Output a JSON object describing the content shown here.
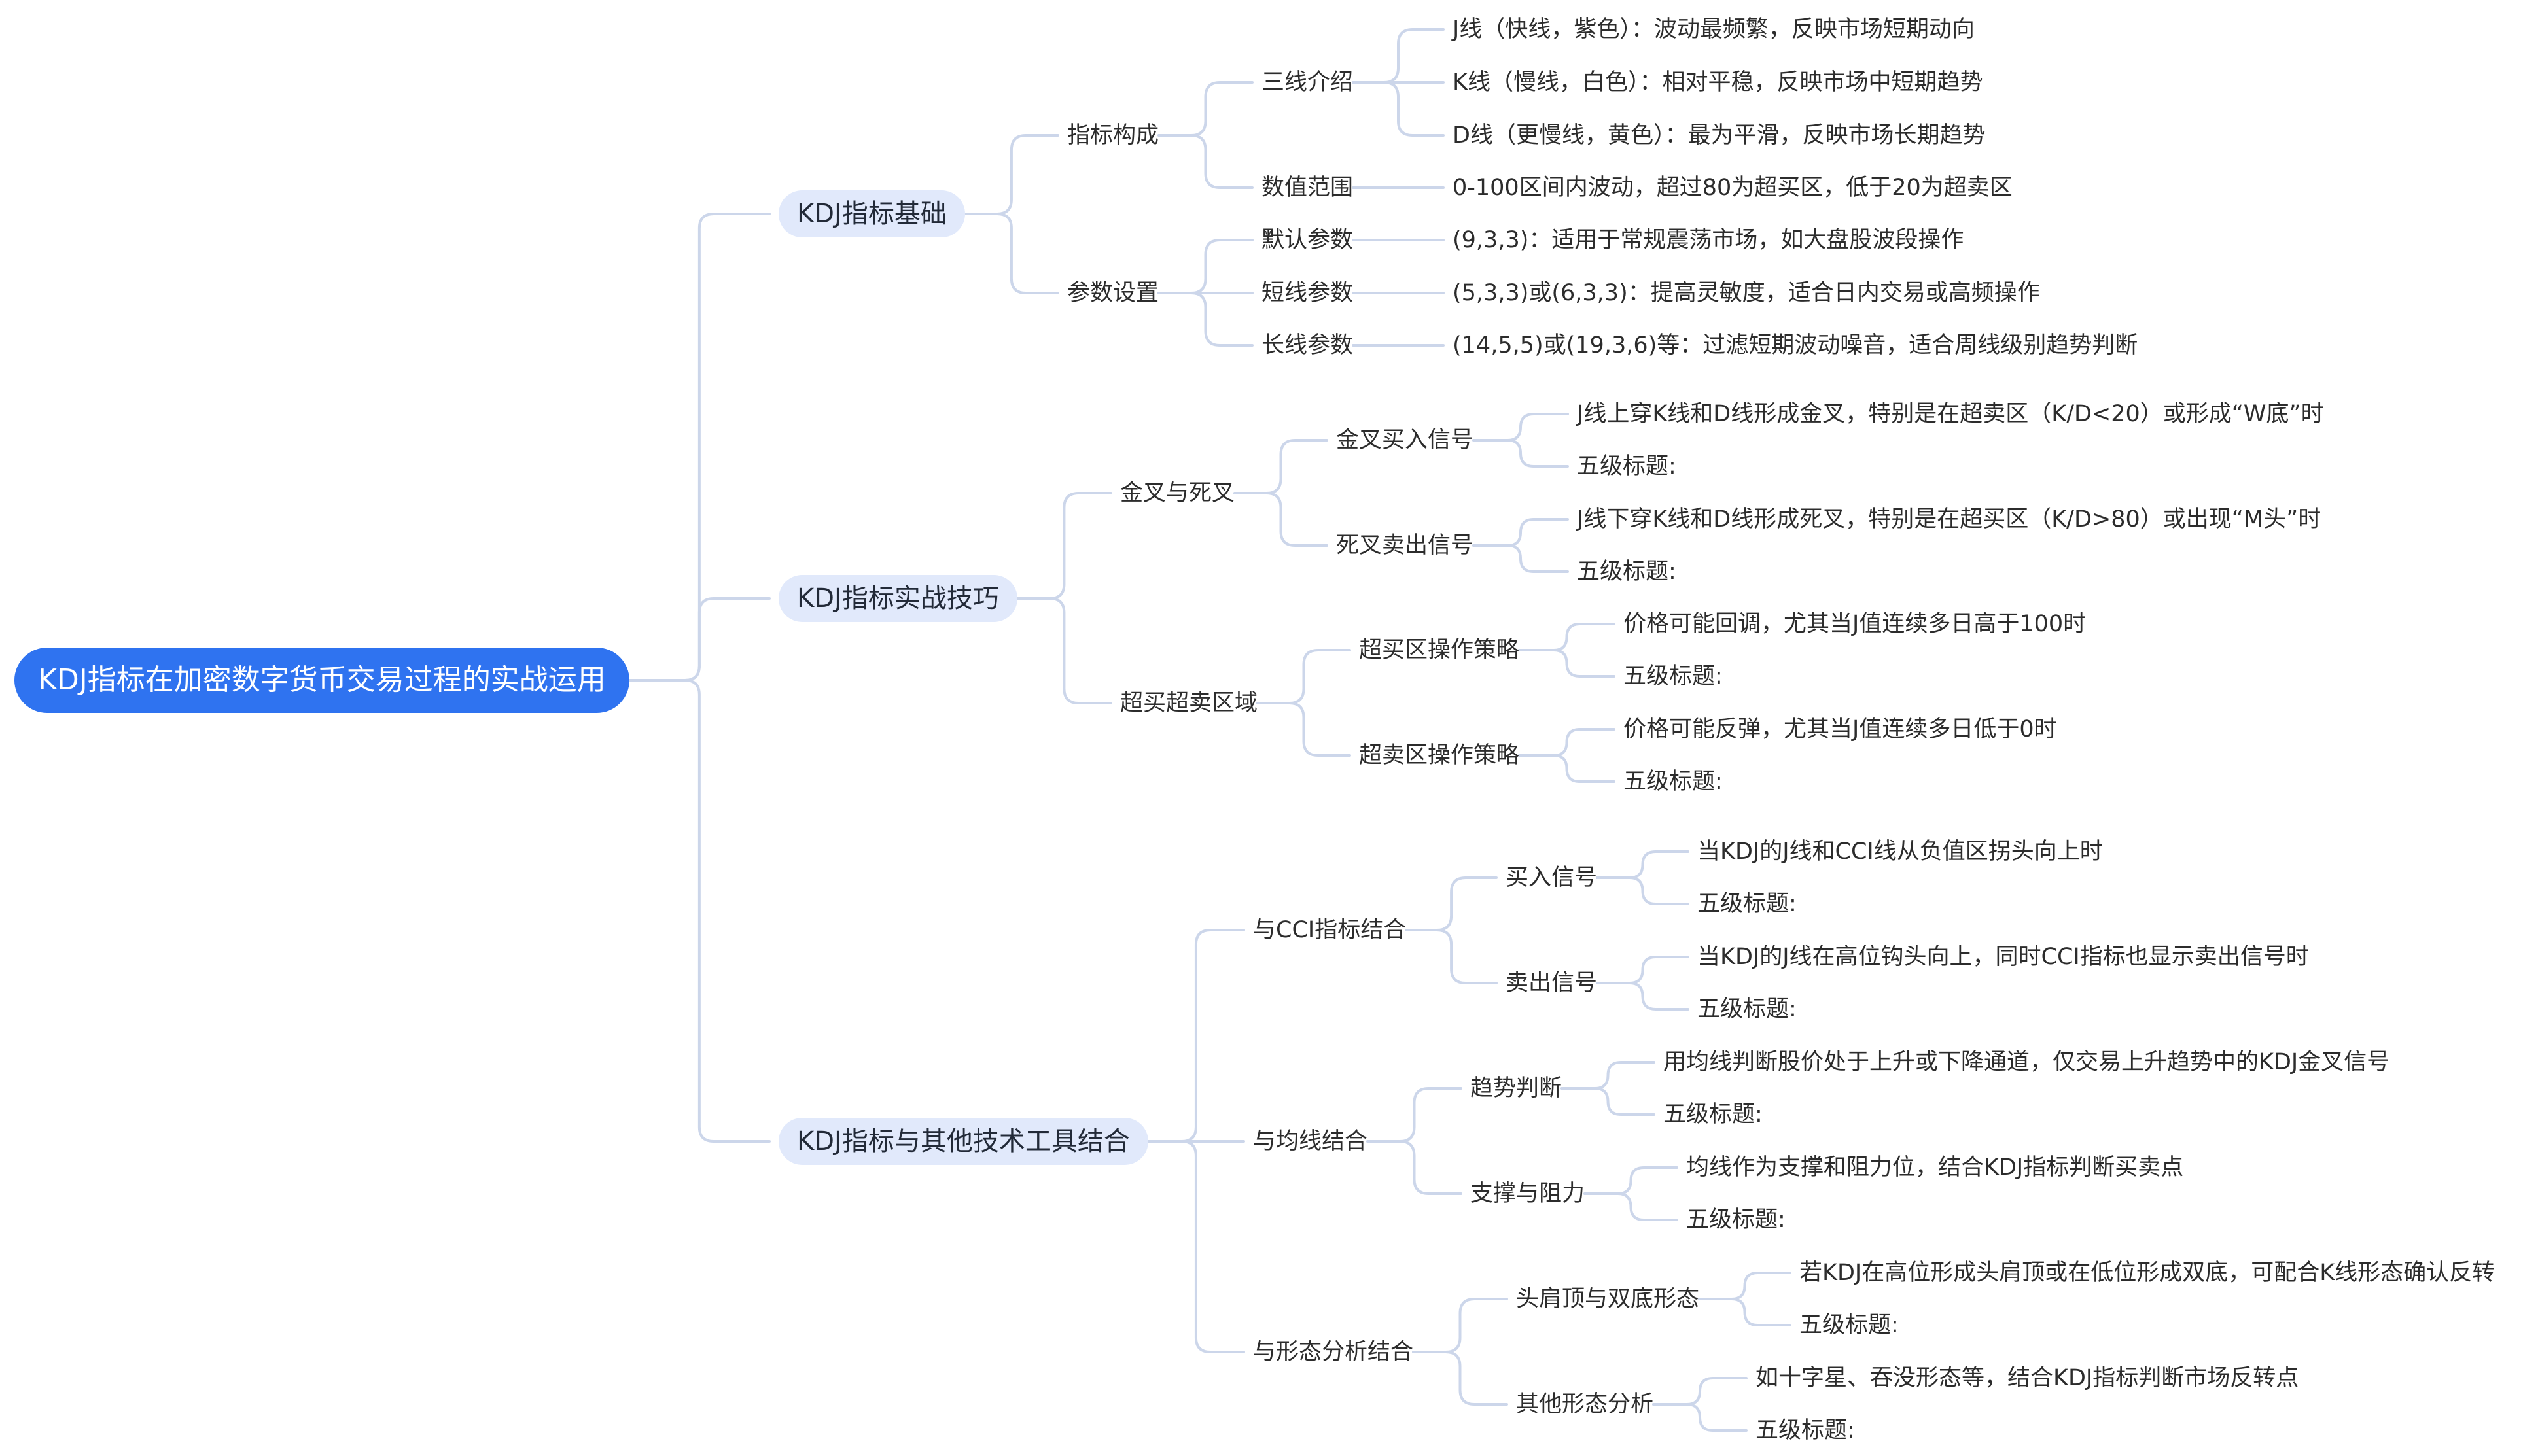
{
  "colors": {
    "root_bg": "#2f73f0",
    "level1_bg": "#e1e9fb",
    "connector": "#ccd6ea",
    "text": "#2c2c2c"
  },
  "mindmap": {
    "root": "KDJ指标在加密数字货币交易过程的实战运用",
    "basics": {
      "title": "KDJ指标基础",
      "composition": {
        "title": "指标构成",
        "three_lines": {
          "title": "三线介绍",
          "j": "J线（快线，紫色）：波动最频繁，反映市场短期动向",
          "k": "K线（慢线，白色）：相对平稳，反映市场中短期趋势",
          "d": "D线（更慢线，黄色）：最为平滑，反映市场长期趋势"
        },
        "range": {
          "title": "数值范围",
          "desc": "0-100区间内波动，超过80为超买区，低于20为超卖区"
        }
      },
      "params": {
        "title": "参数设置",
        "default": {
          "title": "默认参数",
          "desc": "(9,3,3)：适用于常规震荡市场，如大盘股波段操作"
        },
        "short": {
          "title": "短线参数",
          "desc": "(5,3,3)或(6,3,3)：提高灵敏度，适合日内交易或高频操作"
        },
        "long": {
          "title": "长线参数",
          "desc": "(14,5,5)或(19,3,6)等：过滤短期波动噪音，适合周线级别趋势判断"
        }
      }
    },
    "practice": {
      "title": "KDJ指标实战技巧",
      "cross": {
        "title": "金叉与死叉",
        "golden": {
          "title": "金叉买入信号",
          "desc": "J线上穿K线和D线形成金叉，特别是在超卖区（K/D<20）或形成“W底”时",
          "sub": "五级标题:"
        },
        "death": {
          "title": "死叉卖出信号",
          "desc": "J线下穿K线和D线形成死叉，特别是在超买区（K/D>80）或出现“M头”时",
          "sub": "五级标题:"
        }
      },
      "zones": {
        "title": "超买超卖区域",
        "overbought": {
          "title": "超买区操作策略",
          "desc": "价格可能回调，尤其当J值连续多日高于100时",
          "sub": "五级标题:"
        },
        "oversold": {
          "title": "超卖区操作策略",
          "desc": "价格可能反弹，尤其当J值连续多日低于0时",
          "sub": "五级标题:"
        }
      }
    },
    "combine": {
      "title": "KDJ指标与其他技术工具结合",
      "cci": {
        "title": "与CCI指标结合",
        "buy": {
          "title": "买入信号",
          "desc": "当KDJ的J线和CCI线从负值区拐头向上时",
          "sub": "五级标题:"
        },
        "sell": {
          "title": "卖出信号",
          "desc": "当KDJ的J线在高位钩头向上，同时CCI指标也显示卖出信号时",
          "sub": "五级标题:"
        }
      },
      "ma": {
        "title": "与均线结合",
        "trend": {
          "title": "趋势判断",
          "desc": "用均线判断股价处于上升或下降通道，仅交易上升趋势中的KDJ金叉信号",
          "sub": "五级标题:"
        },
        "support": {
          "title": "支撑与阻力",
          "desc": "均线作为支撑和阻力位，结合KDJ指标判断买卖点",
          "sub": "五级标题:"
        }
      },
      "pattern": {
        "title": "与形态分析结合",
        "hs": {
          "title": "头肩顶与双底形态",
          "desc": "若KDJ在高位形成头肩顶或在低位形成双底，可配合K线形态确认反转",
          "sub": "五级标题:"
        },
        "other": {
          "title": "其他形态分析",
          "desc": "如十字星、吞没形态等，结合KDJ指标判断市场反转点",
          "sub": "五级标题:"
        }
      }
    }
  }
}
